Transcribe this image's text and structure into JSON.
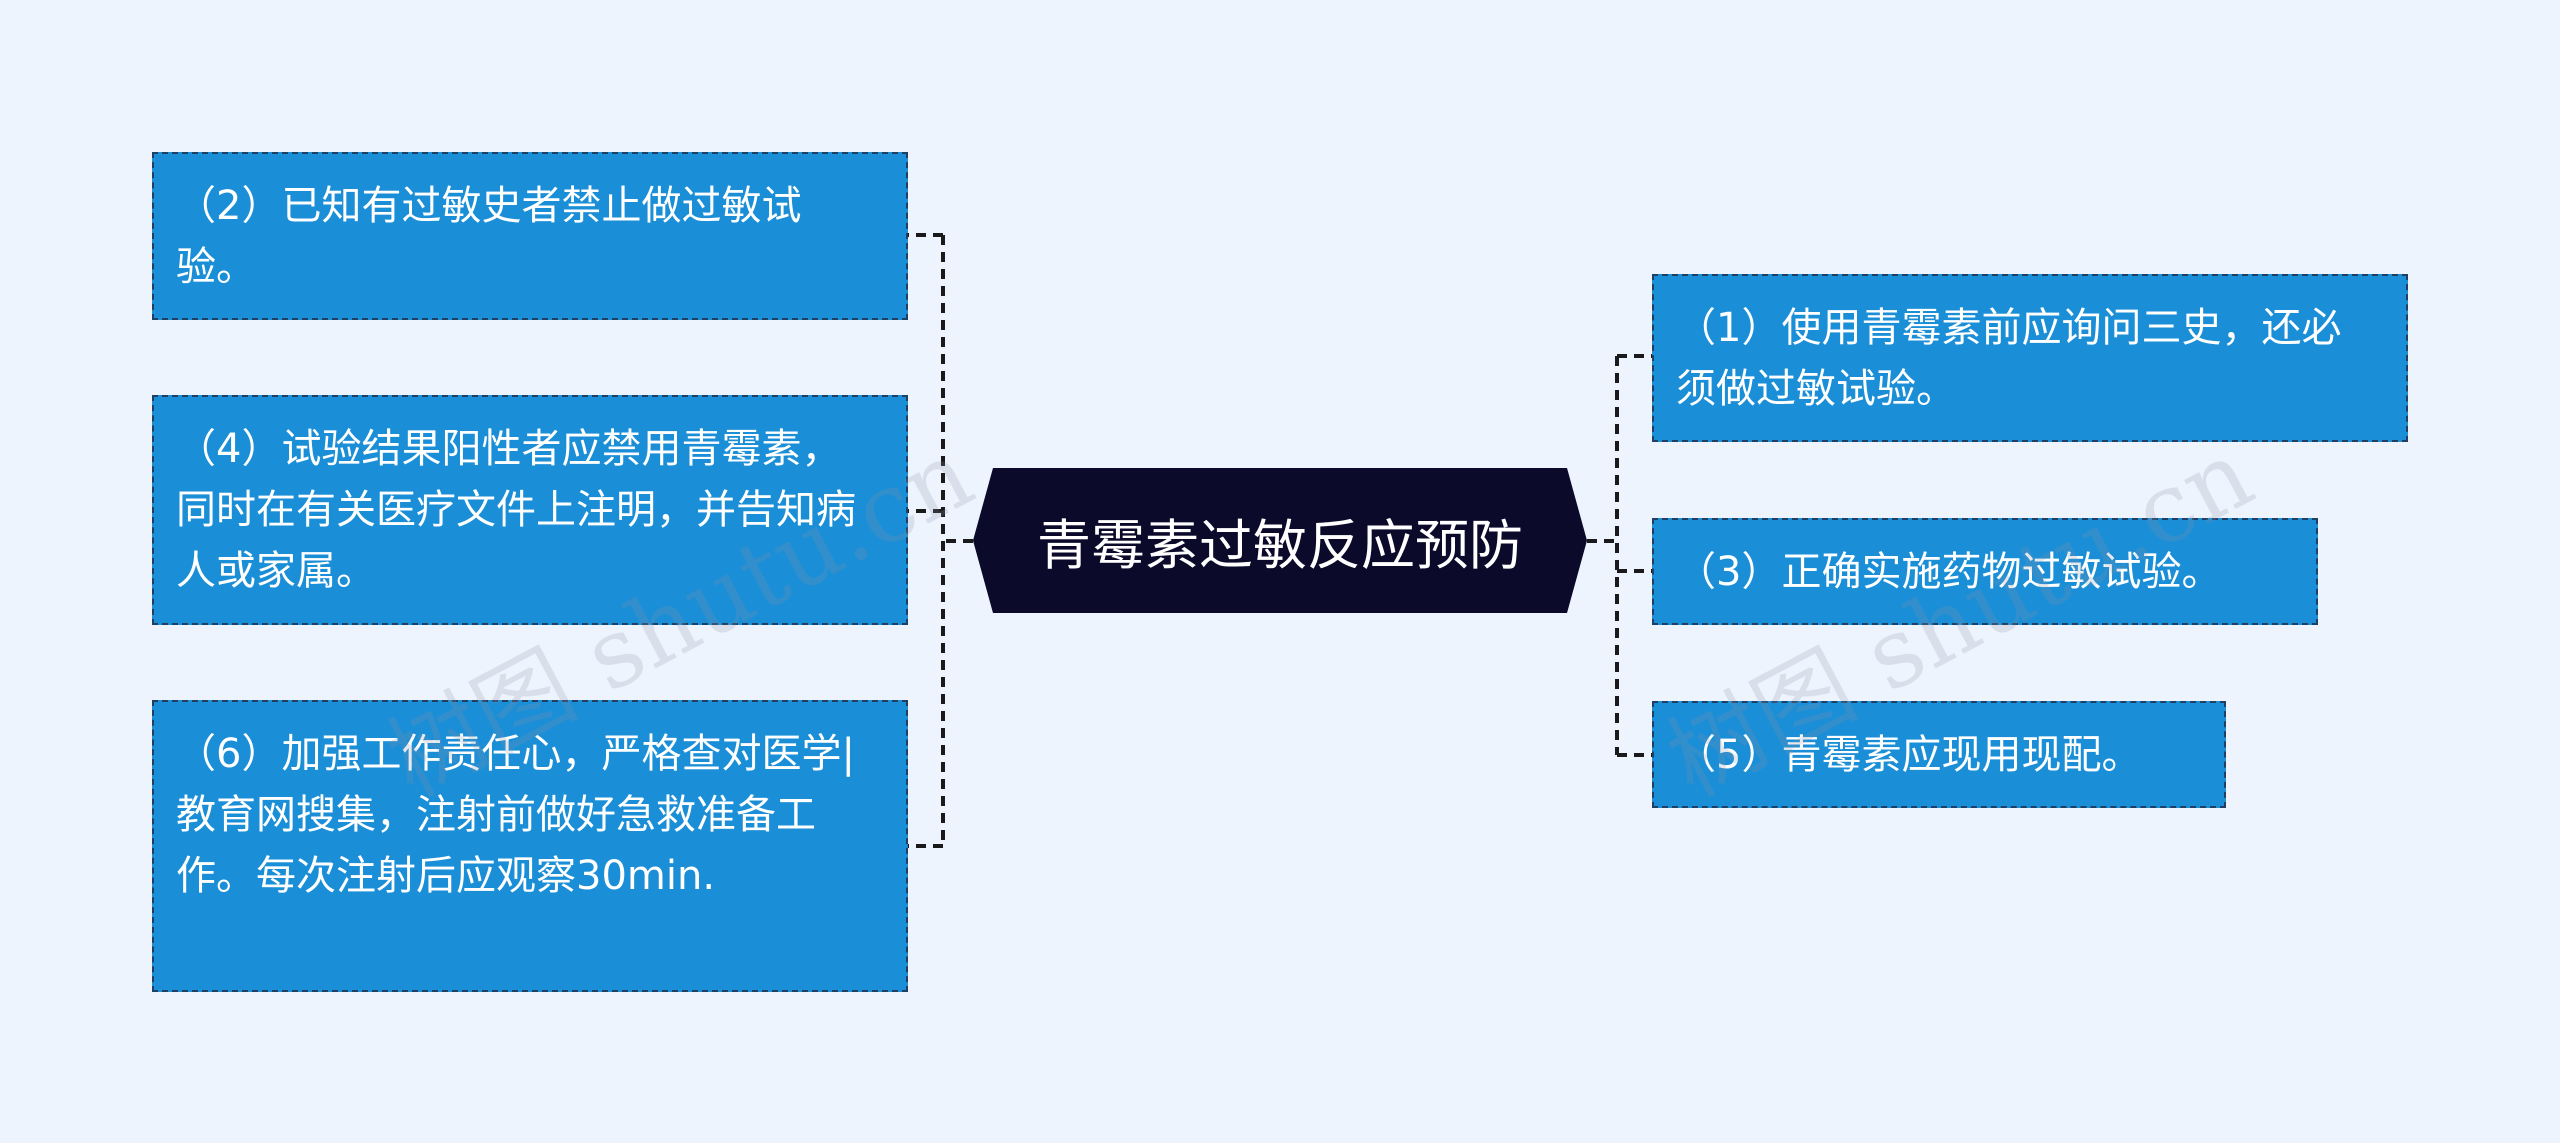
{
  "center": {
    "title": "青霉素过敏反应预防"
  },
  "left_nodes": [
    {
      "id": "item-2",
      "text": "（2）已知有过敏史者禁止做过敏试验。"
    },
    {
      "id": "item-4",
      "text": "（4）试验结果阳性者应禁用青霉素，同时在有关医疗文件上注明，并告知病人或家属。"
    },
    {
      "id": "item-6",
      "text": "（6）加强工作责任心，严格查对医学|教育网搜集，注射前做好急救准备工作。每次注射后应观察30min."
    }
  ],
  "right_nodes": [
    {
      "id": "item-1",
      "text": "（1）使用青霉素前应询问三史，还必须做过敏试验。"
    },
    {
      "id": "item-3",
      "text": "（3）正确实施药物过敏试验。"
    },
    {
      "id": "item-5",
      "text": "（5）青霉素应现用现配。"
    }
  ],
  "watermark": {
    "left": "树图 shutu.cn",
    "right": "树图 shutu.cn"
  },
  "colors": {
    "background": "#eef4fe",
    "node_fill": "#1a8ed6",
    "node_border": "#1f3f63",
    "center_fill": "#0b0a2a",
    "connector": "#1a1a1a"
  }
}
